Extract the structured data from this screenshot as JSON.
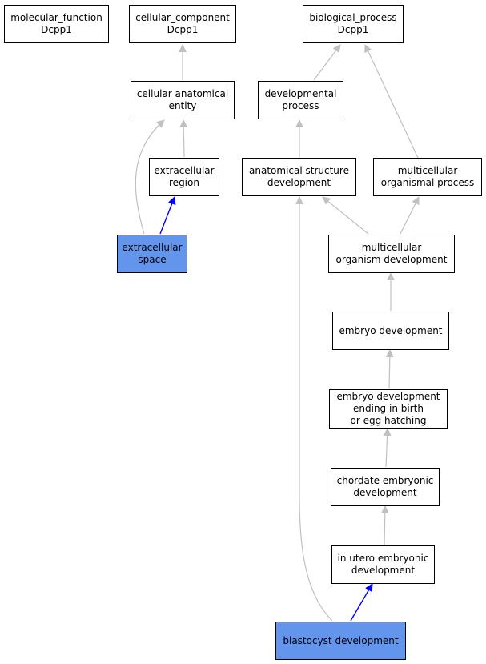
{
  "nodes": {
    "molecular_function": "molecular_function\nDcpp1",
    "cellular_component": "cellular_component\nDcpp1",
    "biological_process": "biological_process\nDcpp1",
    "cellular_anatomical_entity": "cellular anatomical\nentity",
    "developmental_process": "developmental\nprocess",
    "extracellular_region": "extracellular\nregion",
    "anatomical_structure_development": "anatomical structure\ndevelopment",
    "multicellular_organismal_process": "multicellular\norganismal process",
    "extracellular_space": "extracellular\nspace",
    "multicellular_organism_development": "multicellular\norganism development",
    "embryo_development": "embryo development",
    "embryo_development_ending": "embryo development\nending in birth\nor egg hatching",
    "chordate_embryonic_development": "chordate embryonic\ndevelopment",
    "in_utero_embryonic_development": "in utero embryonic\ndevelopment",
    "blastocyst_development": "blastocyst development"
  },
  "colors": {
    "highlight_fill": "#6495ed",
    "edge_gray": "#c0c0c0",
    "edge_blue": "#0000ff"
  }
}
